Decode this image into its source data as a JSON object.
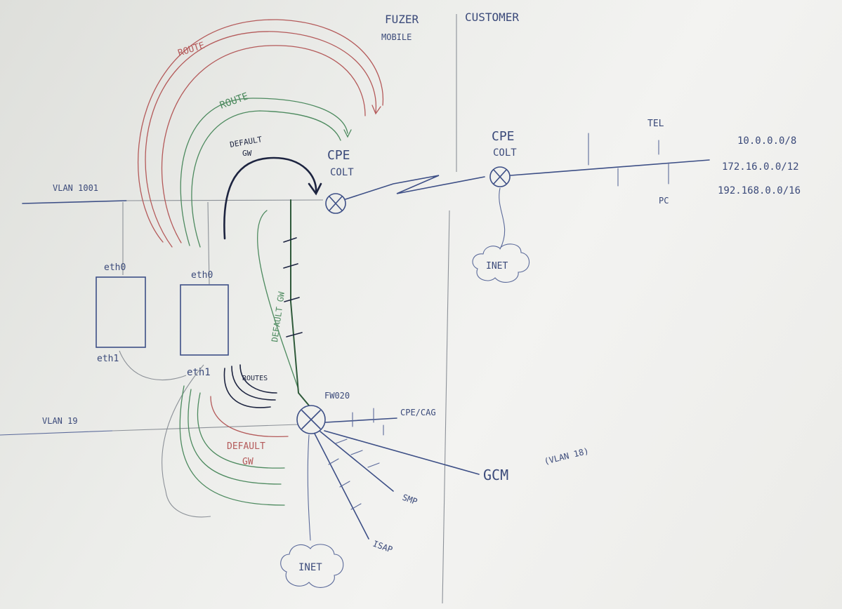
{
  "header": {
    "left_top": "FUZER",
    "left_bottom": "MOBILE",
    "right": "CUSTOMER"
  },
  "vlans": {
    "vlan_top": "VLAN 1001",
    "vlan_bottom": "VLAN 19",
    "gcm_vlan": "(VLAN 18)"
  },
  "devices": {
    "eth0_top": "eth0",
    "eth1_left": "eth1",
    "eth0_right": "eth0",
    "eth1_bottom": "eth1",
    "cpe_left_1": "CPE",
    "cpe_left_2": "COLT",
    "cpe_right_1": "CPE",
    "cpe_right_2": "COLT",
    "fw": "FW020"
  },
  "labels": {
    "route_red": "ROUTE",
    "route_green": "ROUTE",
    "default_gw_top_1": "DEFAULT",
    "default_gw_top_2": "GW",
    "default_gw_vertical": "DEFAULT GW",
    "routes_small": "ROUTES",
    "default_gw_bottom_1": "DEFAULT",
    "default_gw_bottom_2": "GW",
    "tel": "TEL",
    "pc": "PC",
    "cpe_cag": "CPE/CAG",
    "gcm": "GCM",
    "smp": "SMP",
    "isap": "ISAP",
    "inet_right": "INET",
    "inet_bottom": "INET"
  },
  "networks": [
    "10.0.0.0/8",
    "172.16.0.0/12",
    "192.168.0.0/16"
  ],
  "colors": {
    "pen_blue": "#3d4f86",
    "pen_navy": "#1d2440",
    "pen_green": "#4d8a5f",
    "pen_red": "#b45a5a",
    "pencil": "#8c9198"
  }
}
